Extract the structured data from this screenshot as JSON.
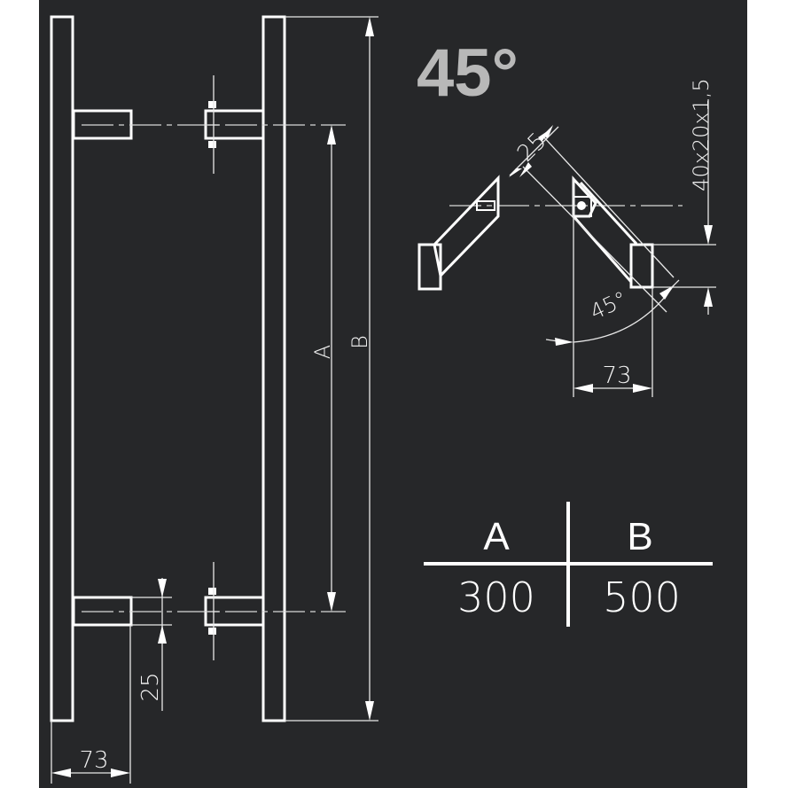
{
  "title": {
    "angle_label": "45°"
  },
  "front_view": {
    "label_A": "A",
    "label_B": "B",
    "dim_offset": "73",
    "dim_post": "25"
  },
  "top_view": {
    "dim_post": "25",
    "dim_tube": "40x20x1,5",
    "dim_angle": "45°",
    "dim_offset": "73"
  },
  "size_table": {
    "headers": [
      "A",
      "B"
    ],
    "rows": [
      [
        "300",
        "500"
      ]
    ]
  },
  "colors": {
    "background": "#262729",
    "line": "#ffffff",
    "title_text": "#b8b8b8",
    "outer": "#ffffff"
  }
}
